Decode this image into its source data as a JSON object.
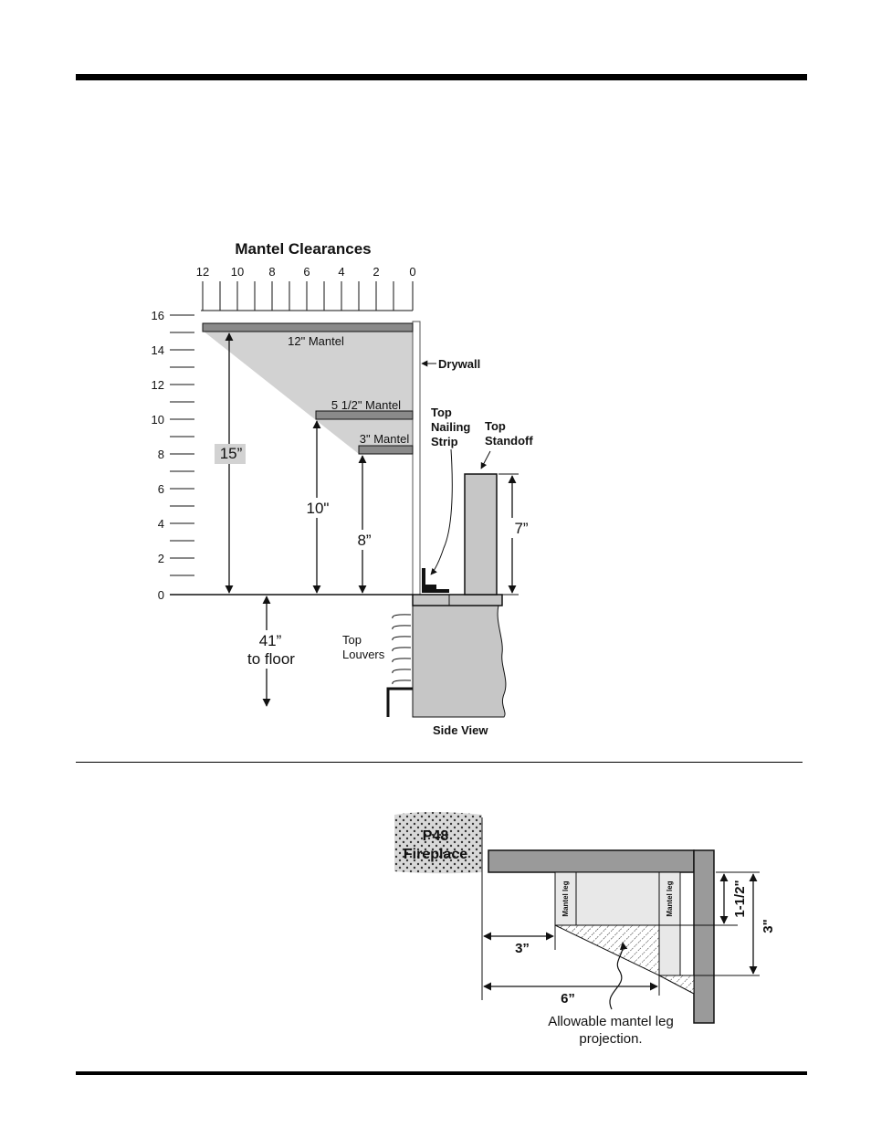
{
  "diagram1": {
    "title": "Mantel Clearances",
    "top_scale": [
      "12",
      "10",
      "8",
      "6",
      "4",
      "2",
      "0"
    ],
    "left_scale": [
      "16",
      "14",
      "12",
      "10",
      "8",
      "6",
      "4",
      "2",
      "0"
    ],
    "mantels": [
      "12\" Mantel",
      "5 1/2\" Mantel",
      "3\" Mantel"
    ],
    "heights": [
      "15”",
      "10\"",
      "8”",
      "7”"
    ],
    "floor": {
      "line1": "41”",
      "line2": "to floor"
    },
    "labels": {
      "drywall": "Drywall",
      "nailing": [
        "Top",
        "Nailing",
        "Strip"
      ],
      "standoff": [
        "Top",
        "Standoff"
      ],
      "louvers": [
        "Top",
        "Louvers"
      ],
      "view": "Side View"
    },
    "colors": {
      "shade": "#d2d2d2",
      "mantel": "#8a8a8a",
      "body": "#c6c6c6"
    }
  },
  "diagram2": {
    "fireplace": [
      "P48",
      "Fireplace"
    ],
    "leg_label": "Mantel leg",
    "dims": {
      "d3": "3”",
      "d6": "6”",
      "d112": "1-1/2\"",
      "d3v": "3\""
    },
    "caption": [
      "Allowable mantel leg",
      "projection."
    ]
  }
}
